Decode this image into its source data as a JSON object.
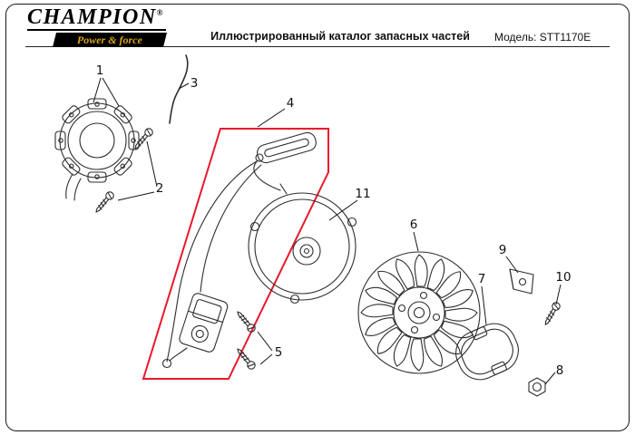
{
  "header": {
    "logo": {
      "brand": "CHAMPION",
      "registered_mark": "®",
      "tagline": "Power & force"
    },
    "title": "Иллюстрированный каталог запасных частей",
    "model": "Модель: STT1170E"
  },
  "diagram": {
    "highlight_color": "#e8192c",
    "callouts": [
      "1",
      "2",
      "3",
      "4",
      "5",
      "6",
      "7",
      "8",
      "9",
      "10",
      "11"
    ]
  }
}
